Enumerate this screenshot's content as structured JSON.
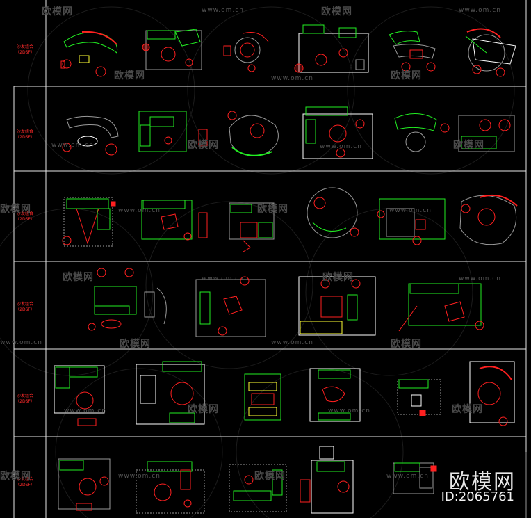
{
  "rows": [
    {
      "label_line1": "沙发组合",
      "label_line2": "（2DSF）"
    },
    {
      "label_line1": "沙发组合",
      "label_line2": "（2DSF）"
    },
    {
      "label_line1": "沙发组合",
      "label_line2": "（2DSF）"
    },
    {
      "label_line1": "沙发组合",
      "label_line2": "（2DSF）"
    },
    {
      "label_line1": "沙发组合",
      "label_line2": "（2DSF）"
    },
    {
      "label_line1": "沙发组合",
      "label_line2": "（2DSF）"
    }
  ],
  "watermark": {
    "logo_text": "欧模网",
    "url_text": "www.om.cn"
  },
  "brand": {
    "name": "欧模网",
    "id_text": "ID:2065761"
  },
  "colors": {
    "background": "#000000",
    "frame": "#e6e6e6",
    "red": "#ff2020",
    "green": "#22ee22",
    "yellow": "#ffff33",
    "grey": "#9a9a9a"
  }
}
